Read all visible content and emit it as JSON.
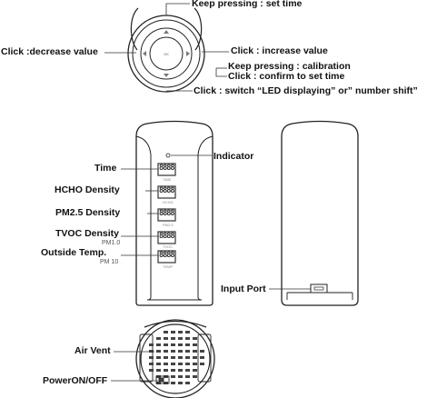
{
  "top_view": {
    "hold_set_time": "Keep pressing :  set time",
    "click_decrease": "Click :decrease value",
    "click_increase": "Click : increase value",
    "hold_calibration": "Keep pressing : calibration",
    "click_confirm": "Click : confirm to set time",
    "click_switch": "Click : switch  “LED displaying” or” number shift”",
    "ok_label": "OK"
  },
  "front_view": {
    "indicator": "Indicator",
    "time": "Time",
    "hcho": "HCHO Density",
    "pm25": "PM2.5 Density",
    "tvoc": "TVOC Density",
    "pm10_left": "PM1.0",
    "outside_temp": "Outside Temp.",
    "pm10_right": "PM 10",
    "digits": "8888",
    "display_captions": [
      "TIME",
      "HCHO",
      "PM2.5",
      "TVOC",
      "TEMP"
    ]
  },
  "back_view": {
    "input_port": "Input Port"
  },
  "bottom_view": {
    "air_vent": "Air Vent",
    "power": "PowerON/OFF"
  },
  "colors": {
    "outline": "#222222",
    "display": "#333333",
    "leader": "#333333"
  }
}
